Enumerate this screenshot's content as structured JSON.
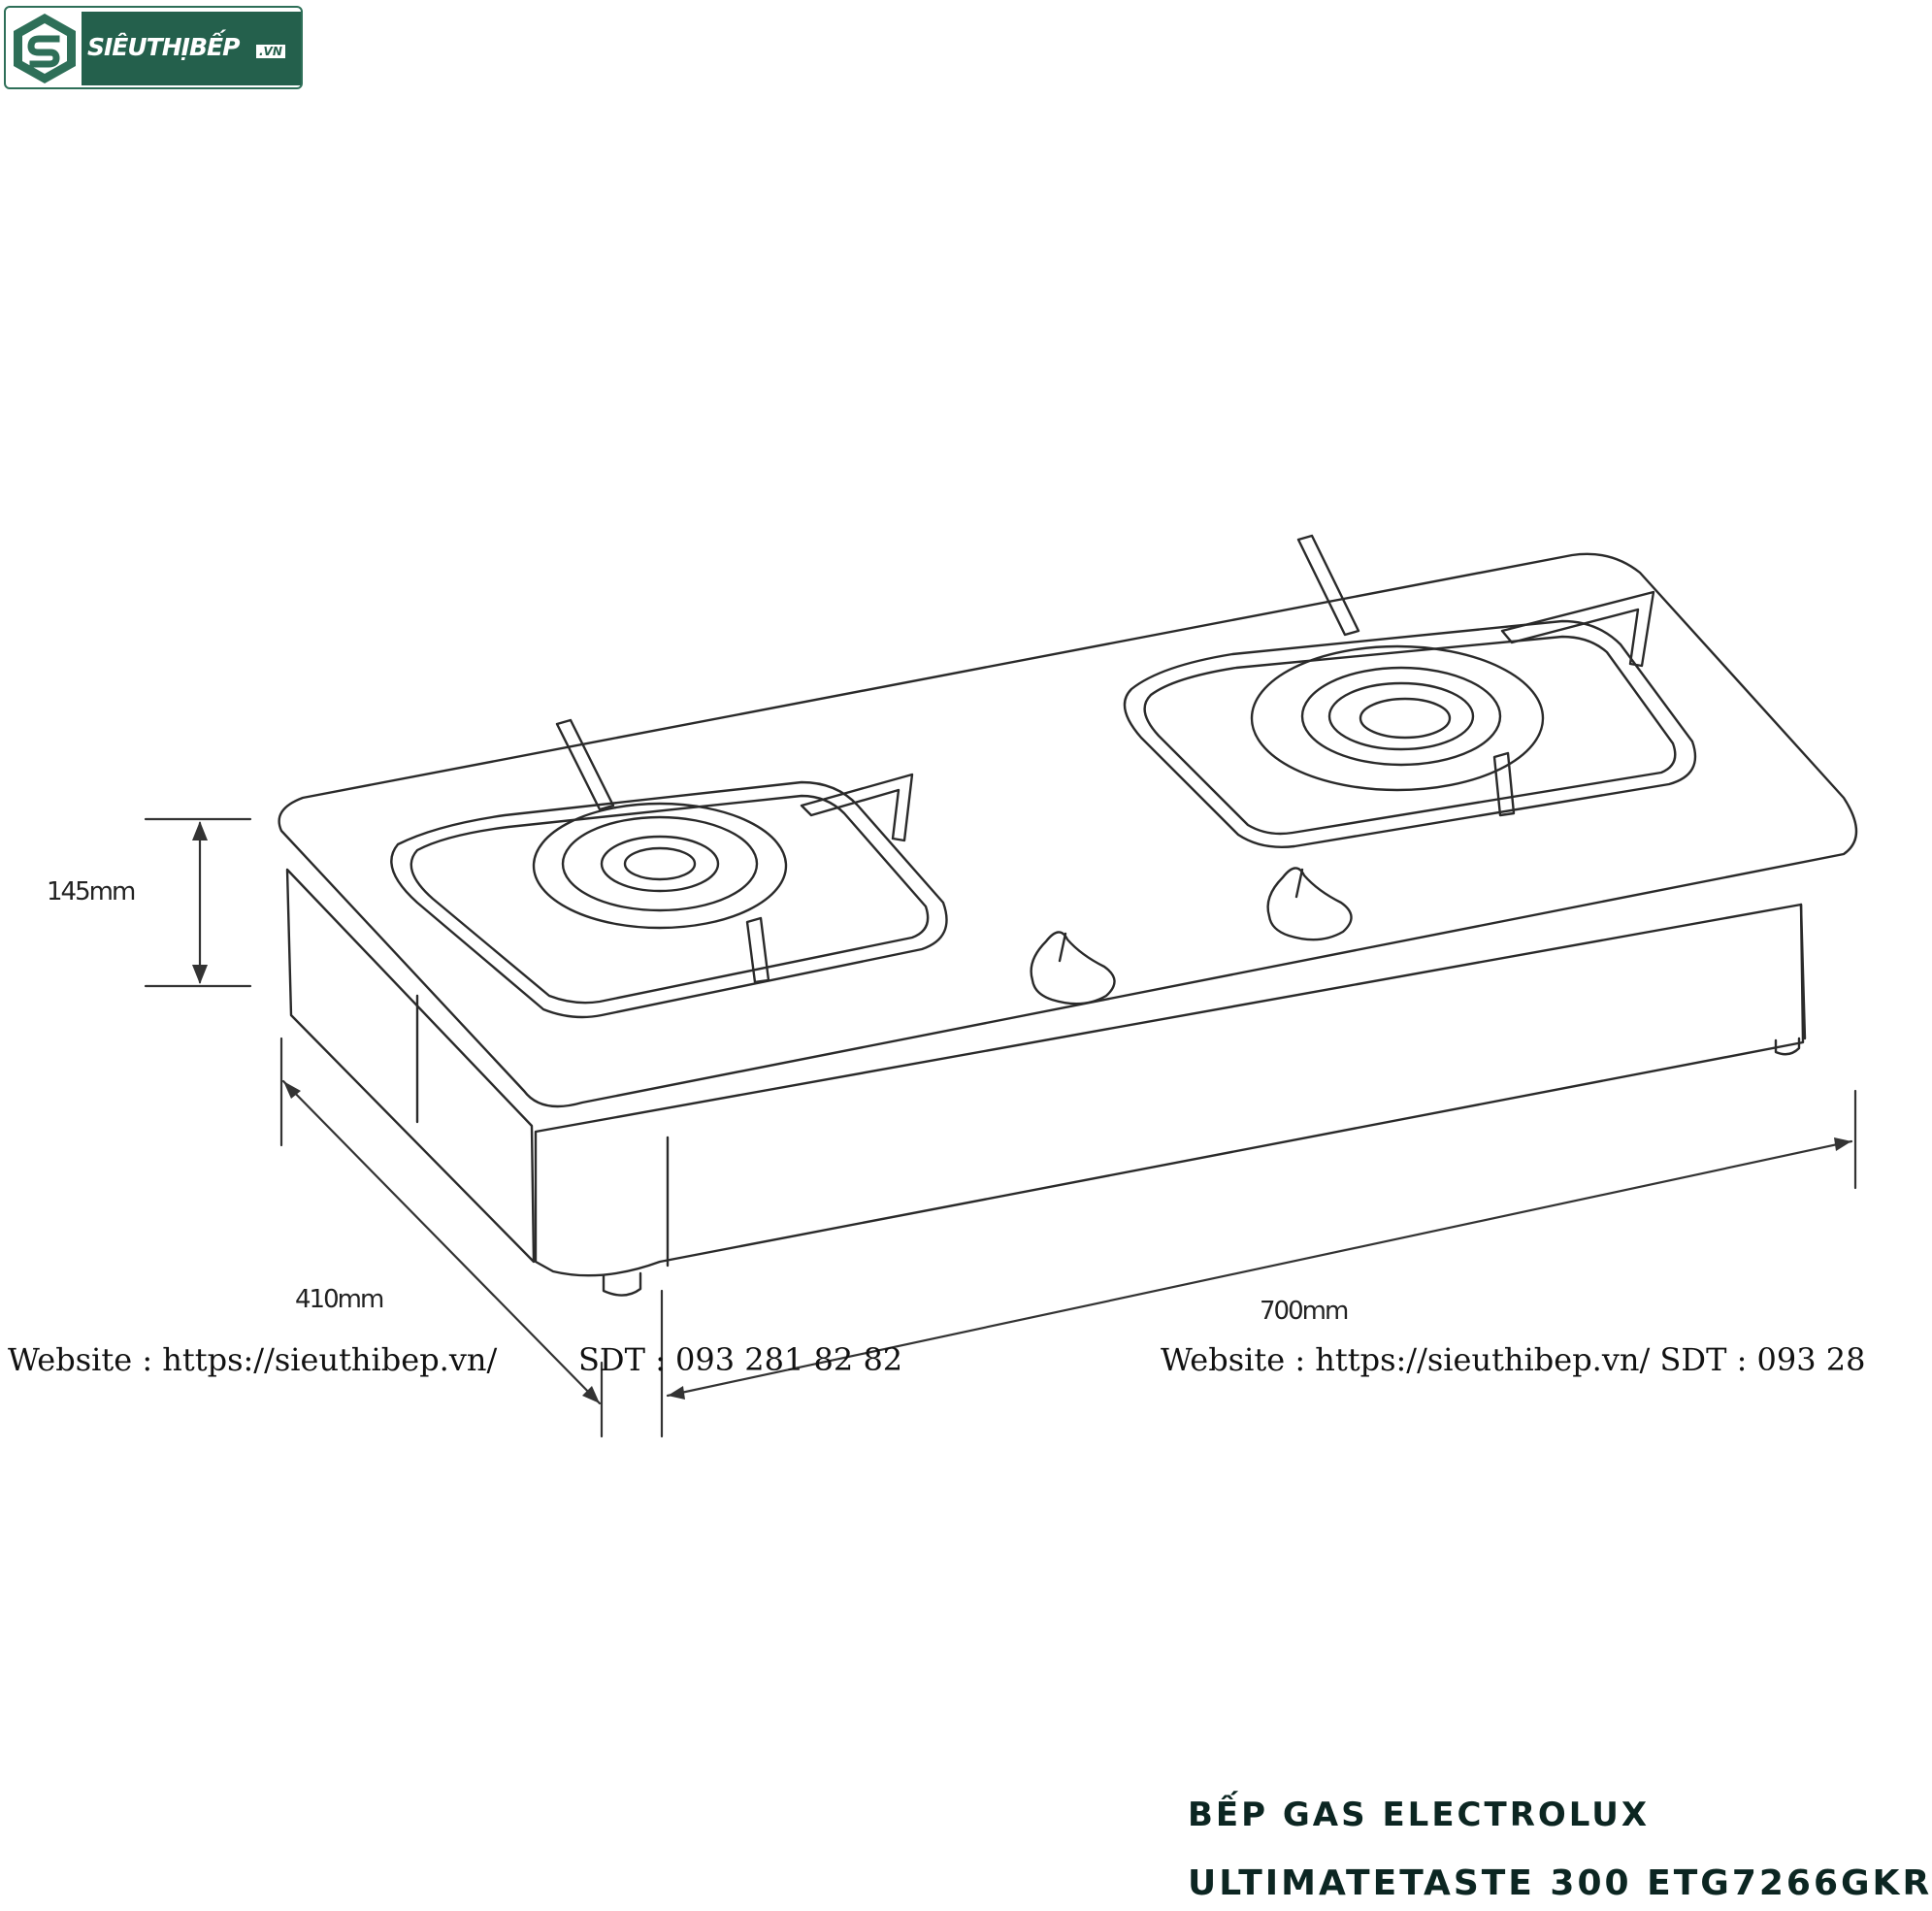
{
  "logo": {
    "brand": "SIÊUTHỊBẾP",
    "suffix": ".VN",
    "colors": {
      "primary": "#24604c",
      "accent": "#2e6f58"
    }
  },
  "dimensions": {
    "height": "145mm",
    "depth": "410mm",
    "width": "700mm"
  },
  "watermark": {
    "left_website": "Website : https://sieuthibep.vn/",
    "left_phone": "SDT : 093 281 82 82",
    "right_text": "Website : https://sieuthibep.vn/ SDT : 093 28"
  },
  "caption": {
    "line1": "BẾP GAS ELECTROLUX",
    "line2": "ULTIMATETASTE 300 ETG7266GKR"
  }
}
